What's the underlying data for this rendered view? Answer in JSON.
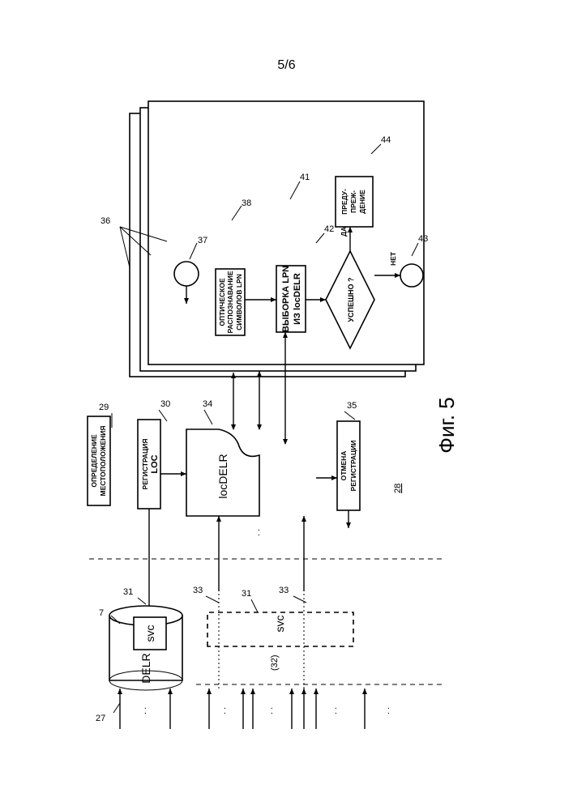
{
  "page": {
    "number": "5/6",
    "figure_caption": "Фиг. 5",
    "diagram_ref": "28"
  },
  "labels": {
    "location": [
      "ОПРЕДЕЛЕНИЕ",
      "МЕСТОПОЛОЖЕНИЯ"
    ],
    "registration": [
      "РЕГИСТРАЦИЯ",
      "LOC"
    ],
    "locdelr": "locDELR",
    "unregister": [
      "ОТМЕНА",
      "РЕГИСТРАЦИИ"
    ],
    "ocr": [
      "ОПТИЧЕСКОЕ",
      "РАСПОЗНАВАНИЕ",
      "СИМВОЛОВ LPN"
    ],
    "select": [
      "ВЫБОРКА LPN",
      "ИЗ locDELR"
    ],
    "success": "УСПЕШНО ?",
    "yes": "ДА",
    "no": "НЕТ",
    "warning": [
      "ПРЕДУ-",
      "ПРЕЖ-",
      "ДЕНИЕ"
    ],
    "delr": "DELR",
    "svc": "svc",
    "svc_dashed": "svc",
    "group_32": "(32)",
    "ellipsis": ". ."
  },
  "refs": {
    "r7": "7",
    "r27": "27",
    "r28": "28",
    "r29": "29",
    "r30": "30",
    "r31a": "31",
    "r31b": "31",
    "r33a": "33",
    "r33b": "33",
    "r34": "34",
    "r35": "35",
    "r36": "36",
    "r37": "37",
    "r38": "38",
    "r41": "41",
    "r42": "42",
    "r43": "43",
    "r44": "44"
  }
}
